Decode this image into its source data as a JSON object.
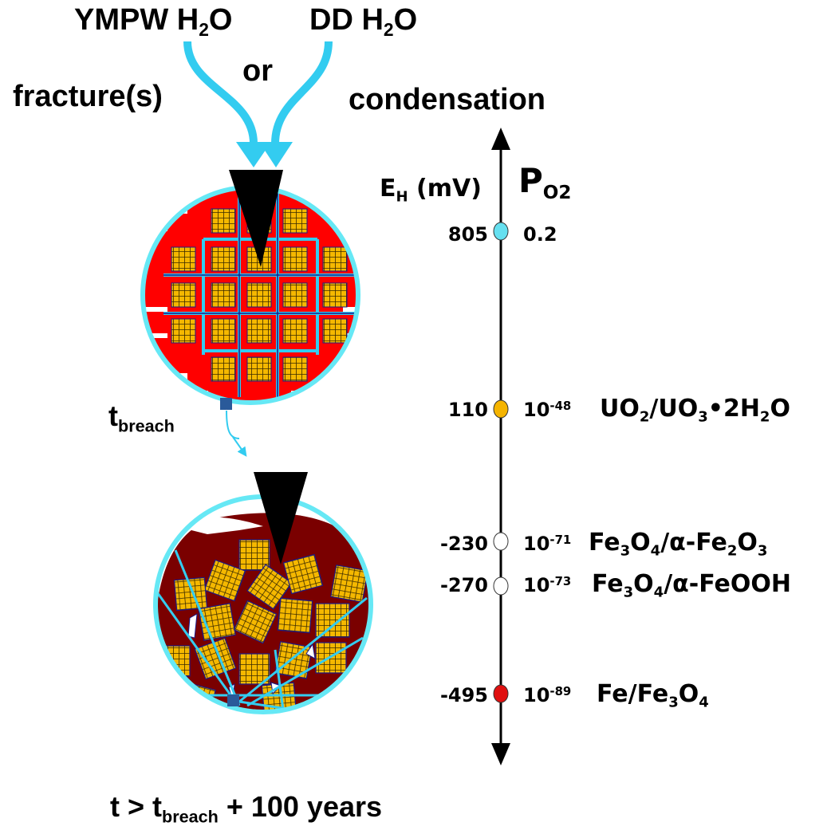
{
  "sources": {
    "left": {
      "text": "YMPW H",
      "sub": "2",
      "tail": "O"
    },
    "right": {
      "text": "DD H",
      "sub": "2",
      "tail": "O"
    },
    "or": "or",
    "fracture": "fracture(s)",
    "condensation": "condensation"
  },
  "breach": {
    "t": "t",
    "sub": "breach"
  },
  "bottom_caption": {
    "t": "t > t",
    "sub": "breach",
    "tail": " + 100 years"
  },
  "axis": {
    "eh_label": "E",
    "eh_sub": "H",
    "eh_unit": " (mV)",
    "po2_label": "P",
    "po2_sub": "O2"
  },
  "levels": [
    {
      "eh": "805",
      "exp_base": "",
      "exp": "",
      "po2_plain": "0.2",
      "color": "#66e0f0"
    },
    {
      "eh": "110",
      "exp_base": "10",
      "exp": "-48",
      "color": "#f5b400",
      "species": [
        "UO",
        "2",
        "/UO",
        "3",
        "•2H",
        "2",
        "O"
      ]
    },
    {
      "eh": "-230",
      "exp_base": "10",
      "exp": "-71",
      "color": "#ffffff",
      "species": [
        "Fe",
        "3",
        "O",
        "4",
        "/α-Fe",
        "2",
        "O",
        "3",
        ""
      ]
    },
    {
      "eh": "-270",
      "exp_base": "10",
      "exp": "-73",
      "color": "#ffffff",
      "species": [
        "Fe",
        "3",
        "O",
        "4",
        "/α-FeOOH"
      ]
    },
    {
      "eh": "-495",
      "exp_base": "10",
      "exp": "-89",
      "color": "#e01010",
      "species": [
        "Fe/Fe",
        "3",
        "O",
        "4"
      ]
    }
  ],
  "colors": {
    "water": "#33ccf0",
    "fuel": "#f5b800",
    "cladding": "#ff0000",
    "corroded": "#7a0000",
    "dark": "#1a1a8a",
    "node": "#2a5a9a"
  }
}
